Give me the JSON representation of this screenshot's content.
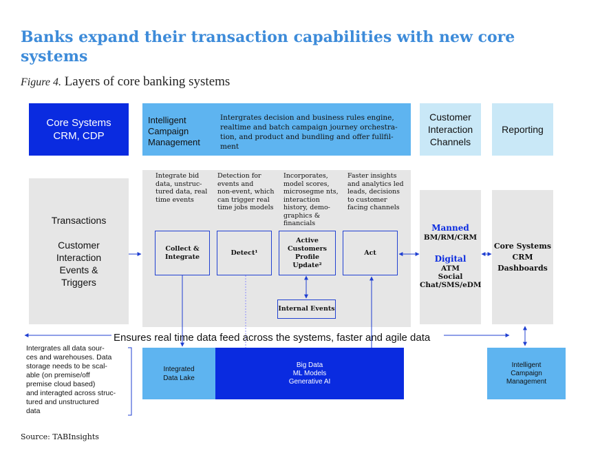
{
  "title": "Banks expand their transaction capabilities with new core systems",
  "figure": {
    "label": "Figure 4.",
    "caption": "Layers of core banking systems"
  },
  "top_row": {
    "core_systems": [
      "Core Systems",
      "CRM, CDP"
    ],
    "icm_title": [
      "Intelligent",
      "Campaign",
      "Management"
    ],
    "icm_desc": [
      "Intergrates decision and business rules engine,",
      "realtime and batch campaign journey orchestra-",
      "tion, and product and bundling and offer fullfil-",
      "ment"
    ],
    "customer_channels": [
      "Customer",
      "Interaction",
      "Channels"
    ],
    "reporting": "Reporting"
  },
  "transactions": {
    "line1": "Transactions",
    "line2": [
      "Customer",
      "Interaction",
      "Events &",
      "Triggers"
    ]
  },
  "stage_notes": {
    "integrate": [
      "Integrate bid",
      "data, unstruc-",
      "tured data, real",
      "time events"
    ],
    "detect": [
      "Detection for",
      "events and",
      "non-event, which",
      "can trigger real",
      "time jobs models"
    ],
    "profile": [
      "Incorporates,",
      "model scores,",
      "microsegme nts,",
      "interaction",
      "history, demo-",
      "graphics &",
      "financials"
    ],
    "act": [
      "Faster insights",
      "and analytics led",
      "leads, decisions",
      "to customer",
      "facing channels"
    ]
  },
  "stages": {
    "collect": [
      "Collect &",
      "Integrate"
    ],
    "detect": "Detect¹",
    "profile": [
      "Active",
      "Customers",
      "Profile",
      "Update²"
    ],
    "act": "Act",
    "internal_events": "Internal Events"
  },
  "channels": {
    "manned_label": "Manned",
    "manned_items": "BM/RM/CRM",
    "digital_label": "Digital",
    "digital_items": [
      "ATM",
      "Social",
      "Chat/SMS/eDM"
    ]
  },
  "reporting_detail": [
    "Core Systems",
    "CRM",
    "Dashboards"
  ],
  "feed_text": "Ensures real time data feed across the systems, faster and agile data",
  "data_note": [
    "Intergrates all data sour-",
    "ces and warehouses. Data",
    "storage needs to be scal-",
    "able (on premise/off",
    "premise cloud based)",
    "and interagted across struc-",
    "tured and unstructured",
    "data"
  ],
  "bottom": {
    "data_lake": [
      "Integrated",
      "Data Lake"
    ],
    "big_data": [
      "Big Data",
      "ML Models",
      "Generative AI"
    ],
    "icm_small": [
      "Intelligent",
      "Campaign",
      "Management"
    ]
  },
  "source": "Source: TABInsights",
  "colors": {
    "title": "#3d8bd9",
    "navy": "#0a2be0",
    "light_blue": "#5eb4f0",
    "pale_blue": "#c9e8f7",
    "grey": "#e6e6e6",
    "arrow": "#1f3fd1"
  }
}
